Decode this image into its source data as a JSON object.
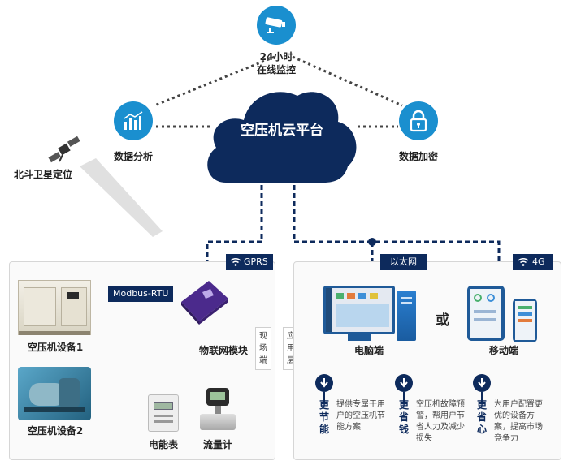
{
  "cloud": {
    "label": "空压机云平台"
  },
  "top_nodes": {
    "monitor": {
      "label_line1": "24小时",
      "label_line2": "在线监控",
      "icon": "cctv-camera-icon"
    },
    "analysis": {
      "label": "数据分析",
      "icon": "bar-chart-icon"
    },
    "encrypt": {
      "label": "数据加密",
      "icon": "lock-icon"
    }
  },
  "satellite": {
    "label": "北斗卫星定位",
    "icon": "satellite-icon"
  },
  "left_panel": {
    "tag": "GPRS",
    "bus_label": "Modbus-RTU",
    "device1": "空压机设备1",
    "device2": "空压机设备2",
    "iot_module": "物联网模块",
    "meter": "电能表",
    "flowmeter": "流量计",
    "layer": "现场端"
  },
  "right_panel": {
    "tag_ethernet": "以太网",
    "tag_4g": "4G",
    "or": "或",
    "pc": "电脑端",
    "mobile": "移动端",
    "layer": "应用层",
    "features": [
      {
        "title": "更节能",
        "desc": "提供专属于用户的空压机节能方案"
      },
      {
        "title": "更省钱",
        "desc": "空压机故障预警，帮用户节省人力及减少损失"
      },
      {
        "title": "更省心",
        "desc": "为用户配置更优的设备方案，提高市场竞争力"
      }
    ]
  },
  "colors": {
    "navy": "#0d2a5c",
    "blue": "#1a8fcf",
    "line": "#555555"
  }
}
